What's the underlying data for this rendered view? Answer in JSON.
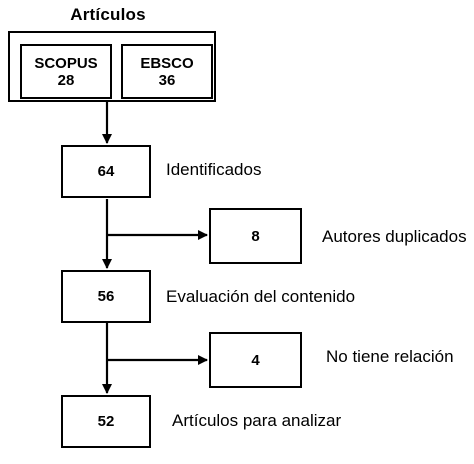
{
  "title": "Artículos",
  "sources": [
    {
      "name": "SCOPUS",
      "count": "28"
    },
    {
      "name": "EBSCO",
      "count": "36"
    }
  ],
  "steps": [
    {
      "value": "64",
      "label": "Identificados"
    },
    {
      "value": "56",
      "label": "Evaluación del contenido"
    },
    {
      "value": "52",
      "label": "Artículos para analizar"
    }
  ],
  "exclusions": [
    {
      "value": "8",
      "label": "Autores duplicados"
    },
    {
      "value": "4",
      "label": "No tiene relación"
    }
  ],
  "colors": {
    "stroke": "#000000",
    "background": "#ffffff"
  }
}
